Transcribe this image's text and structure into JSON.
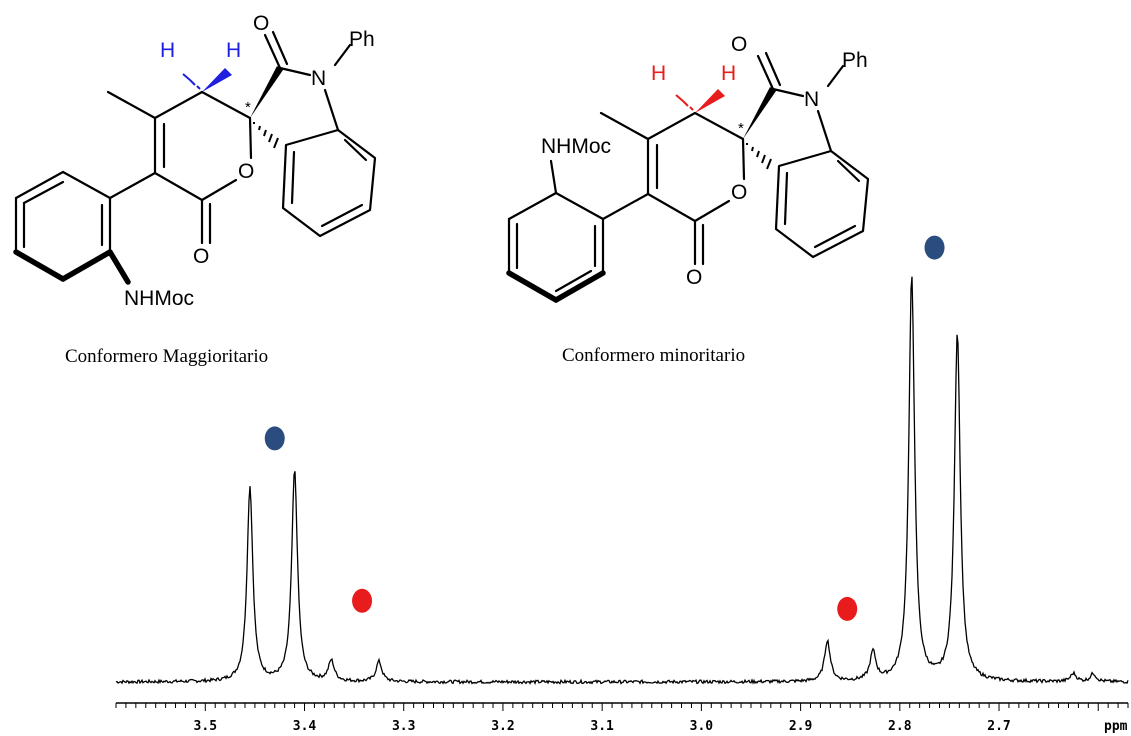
{
  "structures": {
    "major": {
      "caption": "Conformero Maggioritario",
      "labels": {
        "h_left": "H",
        "h_right": "H",
        "phenyl": "Ph",
        "carbonyl_o_top": "O",
        "nitrogen": "N",
        "ring_o": "O",
        "carbonyl_o_bottom": "O",
        "substituent": "NHMoc",
        "stereo_mark": "*"
      },
      "h_color": "#1f1fe0"
    },
    "minor": {
      "caption": "Conformero minoritario",
      "labels": {
        "h_left": "H",
        "h_right": "H",
        "phenyl": "Ph",
        "carbonyl_o_top": "O",
        "nitrogen": "N",
        "ring_o": "O",
        "carbonyl_o_bottom": "O",
        "substituent": "NHMoc",
        "stereo_mark": "*"
      },
      "h_color": "#e81c1c"
    }
  },
  "markers": {
    "major_color": "#2b4c7e",
    "minor_color": "#e81c1c"
  },
  "chart_data": {
    "type": "line",
    "xlabel": "ppm",
    "xlim": [
      3.59,
      2.57
    ],
    "x_reversed": true,
    "tick_labels": [
      "3.5",
      "3.4",
      "3.3",
      "3.2",
      "3.1",
      "3.0",
      "2.9",
      "2.8",
      "2.7"
    ],
    "ylim": [
      0,
      1.0
    ],
    "peaks": [
      {
        "ppm": 3.455,
        "height": 0.48,
        "assignment": "major"
      },
      {
        "ppm": 3.41,
        "height": 0.52,
        "assignment": "major"
      },
      {
        "ppm": 3.373,
        "height": 0.05,
        "assignment": "minor"
      },
      {
        "ppm": 3.325,
        "height": 0.05,
        "assignment": "minor"
      },
      {
        "ppm": 2.873,
        "height": 0.1,
        "assignment": "minor"
      },
      {
        "ppm": 2.827,
        "height": 0.07,
        "assignment": "minor"
      },
      {
        "ppm": 2.788,
        "height": 1.0,
        "assignment": "major"
      },
      {
        "ppm": 2.742,
        "height": 0.86,
        "assignment": "major"
      },
      {
        "ppm": 2.625,
        "height": 0.02,
        "assignment": "impurity"
      },
      {
        "ppm": 2.605,
        "height": 0.02,
        "assignment": "impurity"
      }
    ],
    "annotations": [
      {
        "ppm": 3.43,
        "height": 0.6,
        "group": "major"
      },
      {
        "ppm": 3.342,
        "height": 0.2,
        "group": "minor"
      },
      {
        "ppm": 2.853,
        "height": 0.18,
        "group": "minor"
      },
      {
        "ppm": 2.765,
        "height": 1.07,
        "group": "major"
      }
    ]
  }
}
